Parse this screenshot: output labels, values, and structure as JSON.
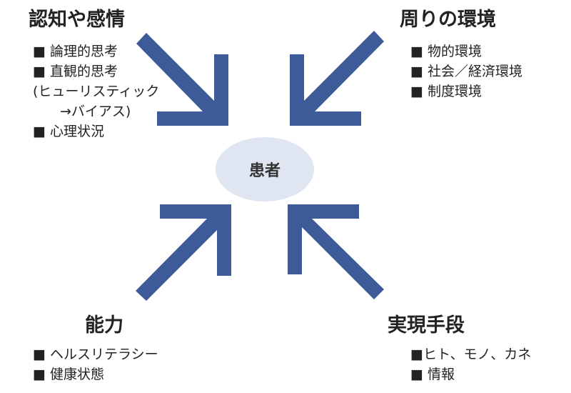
{
  "center": {
    "label": "患者"
  },
  "colors": {
    "arrow": "#3d5a99",
    "ellipse": "#dfe6f2",
    "text": "#222222"
  },
  "quadrants": {
    "top_left": {
      "title": "認知や感情",
      "items": [
        "■ 論理的思考",
        "■ 直観的思考",
        "(ヒューリスティック",
        "→バイアス)",
        "■ 心理状況"
      ]
    },
    "top_right": {
      "title": "周りの環境",
      "items": [
        "■ 物的環境",
        "■ 社会／経済環境",
        "■ 制度環境"
      ]
    },
    "bottom_left": {
      "title": "能力",
      "items": [
        "■ ヘルスリテラシー",
        "■ 健康状態"
      ]
    },
    "bottom_right": {
      "title": "実現手段",
      "items": [
        "■ヒト、モノ、カネ",
        "■ 情報"
      ]
    }
  }
}
